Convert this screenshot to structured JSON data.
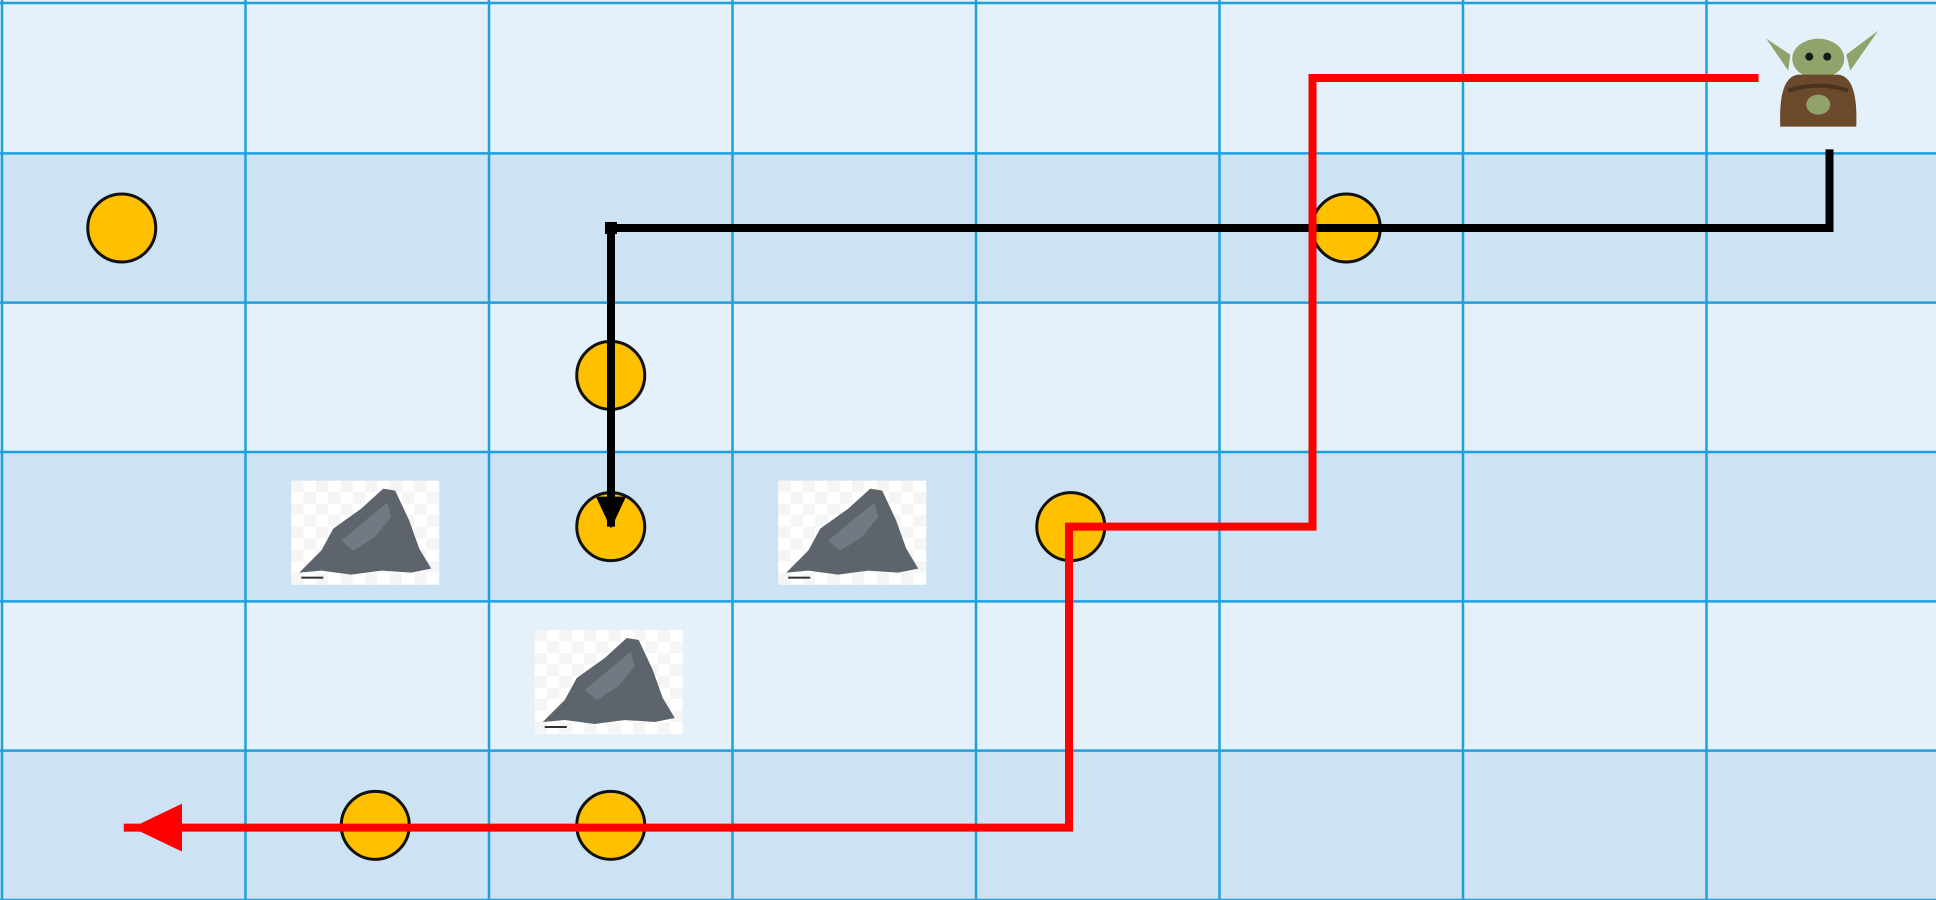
{
  "board": {
    "columns": 8,
    "rows": 6
  },
  "colors": {
    "grid_line": "#1da1dc",
    "row_light": "#e4f0fa",
    "row_dark": "#cde3f4",
    "coin_fill": "#ffc000",
    "coin_stroke": "#111111",
    "path_black": "#000000",
    "path_red": "#ff0000",
    "rock_fill": "#5d646c",
    "rock_highlight": "#7b838c",
    "rock_bg": "#ffffff",
    "rock_checker": "#ececec",
    "character_body": "#6b4a2c",
    "character_skin": "#8fa36a"
  },
  "coins": [
    {
      "row": 1,
      "col": 0
    },
    {
      "row": 1,
      "col": 5
    },
    {
      "row": 2,
      "col": 2
    },
    {
      "row": 3,
      "col": 2
    },
    {
      "row": 3,
      "col": 4
    },
    {
      "row": 5,
      "col": 1
    },
    {
      "row": 5,
      "col": 2
    }
  ],
  "rocks": [
    {
      "row": 3,
      "col": 1
    },
    {
      "row": 3,
      "col": 3
    },
    {
      "row": 4,
      "col": 2
    }
  ],
  "character": {
    "name": "baby-yoda-icon",
    "row": 0,
    "col": 7
  },
  "paths": [
    {
      "name": "black-path",
      "color": "#000000",
      "points": [
        [
          7.5,
          1.0
        ],
        [
          7.5,
          1.5
        ],
        [
          2.5,
          1.5
        ],
        [
          2.5,
          2.5
        ],
        [
          2.5,
          3.5
        ]
      ],
      "arrow": "down"
    },
    {
      "name": "red-path",
      "color": "#ff0000",
      "points": [
        [
          7.2,
          0.5
        ],
        [
          5.5,
          0.5
        ],
        [
          5.5,
          3.5
        ],
        [
          4.5,
          3.5
        ],
        [
          4.5,
          5.5
        ],
        [
          0.5,
          5.5
        ],
        [
          0.2,
          5.5
        ]
      ],
      "arrow": "left"
    }
  ]
}
